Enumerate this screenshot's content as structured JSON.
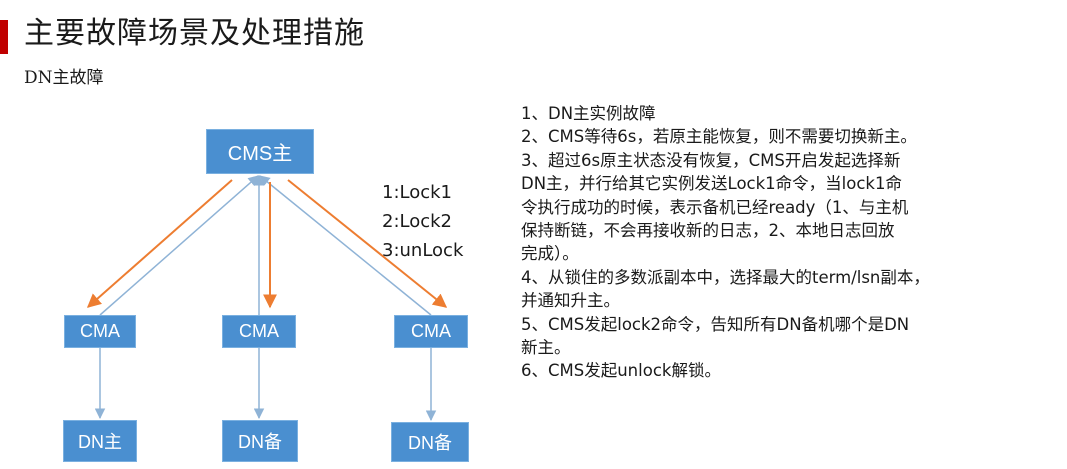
{
  "page": {
    "title": "主要故障场景及处理措施",
    "subtitle": "DN主故障"
  },
  "colors": {
    "accent_bar": "#c00000",
    "node_fill": "#4a8fd0",
    "node_border": "#7ab0e0",
    "connector_blue": "#8fb3d6",
    "connector_orange": "#ed7d31"
  },
  "diagram": {
    "cms_label": "CMS主",
    "cma_labels": [
      "CMA",
      "CMA",
      "CMA"
    ],
    "dn_labels": [
      "DN主",
      "DN备",
      "DN备"
    ],
    "lock_labels": [
      "1:Lock1",
      "2:Lock2",
      "3:unLock"
    ]
  },
  "steps": {
    "lines": [
      "1、DN主实例故障",
      "2、CMS等待6s，若原主能恢复，则不需要切换新主。",
      "3、超过6s原主状态没有恢复，CMS开启发起选择新",
      "DN主，并行给其它实例发送Lock1命令，当lock1命",
      "令执行成功的时候，表示备机已经ready（1、与主机",
      "保持断链，不会再接收新的日志，2、本地日志回放",
      "完成）。",
      "4、从锁住的多数派副本中，选择最大的term/lsn副本，",
      "并通知升主。",
      "5、CMS发起lock2命令，告知所有DN备机哪个是DN",
      "新主。",
      "6、CMS发起unlock解锁。"
    ]
  }
}
